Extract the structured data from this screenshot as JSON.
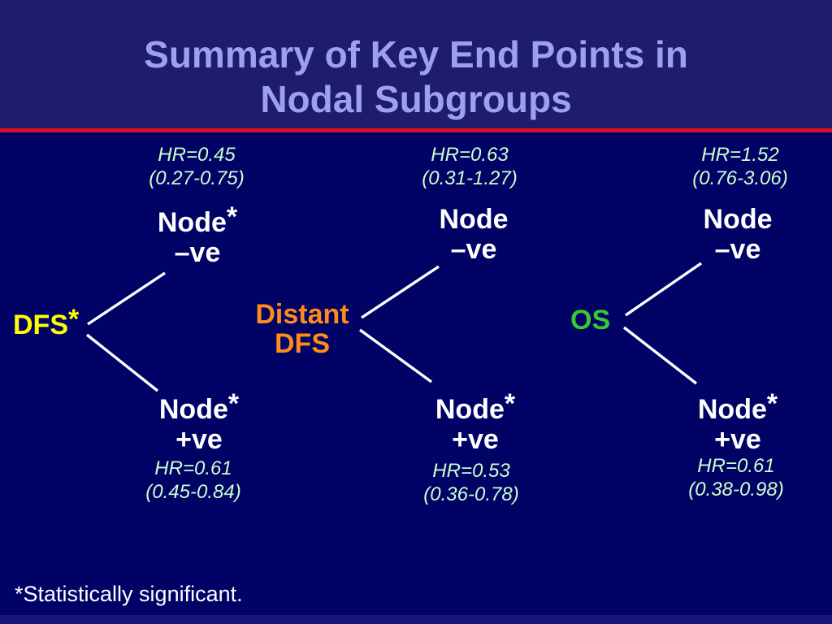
{
  "slide": {
    "title_line1": "Summary of Key End Points in",
    "title_line2": "Nodal Subgroups",
    "footnote": "*Statistically significant."
  },
  "colors": {
    "background": "#000266",
    "header_background": "#1D1D6B",
    "bottom_strip": "#15157D",
    "title_text": "#9F9FEF",
    "divider_red": "#DE0F1E",
    "hr_text_green": "#CCFFCC",
    "node_text_white": "#FFFFFF",
    "dfs_yellow": "#FFFF00",
    "distant_dfs_orange": "#FF8C1A",
    "os_green": "#33CC33",
    "branch_line": "#FFFFFF"
  },
  "groups": [
    {
      "label_line1": "DFS",
      "label_sup": "*",
      "top": {
        "hr": "HR=0.45",
        "ci": "(0.27-0.75)",
        "node": "Node",
        "node_sup": "*",
        "sign": "–ve"
      },
      "bottom": {
        "hr": "HR=0.61",
        "ci": "(0.45-0.84)",
        "node": "Node",
        "node_sup": "*",
        "sign": "+ve"
      }
    },
    {
      "label_line1": "Distant",
      "label_line2": "DFS",
      "label_sup": "",
      "top": {
        "hr": "HR=0.63",
        "ci": "(0.31-1.27)",
        "node": "Node",
        "node_sup": "",
        "sign": "–ve"
      },
      "bottom": {
        "hr": "HR=0.53",
        "ci": "(0.36-0.78)",
        "node": "Node",
        "node_sup": "*",
        "sign": "+ve"
      }
    },
    {
      "label_line1": "OS",
      "label_sup": "",
      "top": {
        "hr": "HR=1.52",
        "ci": "(0.76-3.06)",
        "node": "Node",
        "node_sup": "",
        "sign": "–ve"
      },
      "bottom": {
        "hr": "HR=0.61",
        "ci": "(0.38-0.98)",
        "node": "Node",
        "node_sup": "*",
        "sign": "+ve"
      }
    }
  ]
}
